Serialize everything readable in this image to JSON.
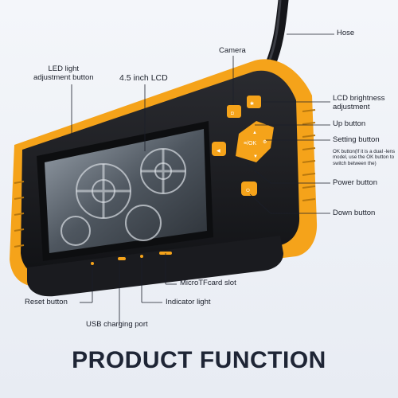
{
  "labels": {
    "hose": "Hose",
    "camera": "Camera",
    "led_light": "LED light\nadjustment button",
    "lcd": "4.5 inch LCD",
    "lcd_brightness": "LCD brightness\nadjustment",
    "up_button": "Up button",
    "setting_button": "Setting button",
    "ok_button_note": "OK button(If it is a dual -lens model, use the OK button to switch between the)",
    "power_button": "Power button",
    "down_button": "Down button",
    "microtf_slot": "MicroTFcard slot",
    "reset_button": "Reset button",
    "indicator_light": "Indicator light",
    "usb_port": "USB charging port"
  },
  "buttons": {
    "ok_label": "≡/OK"
  },
  "title": "PRODUCT FUNCTION",
  "colors": {
    "accent": "#f5a31a",
    "body": "#1c1d21",
    "text": "#1b1f2a"
  }
}
